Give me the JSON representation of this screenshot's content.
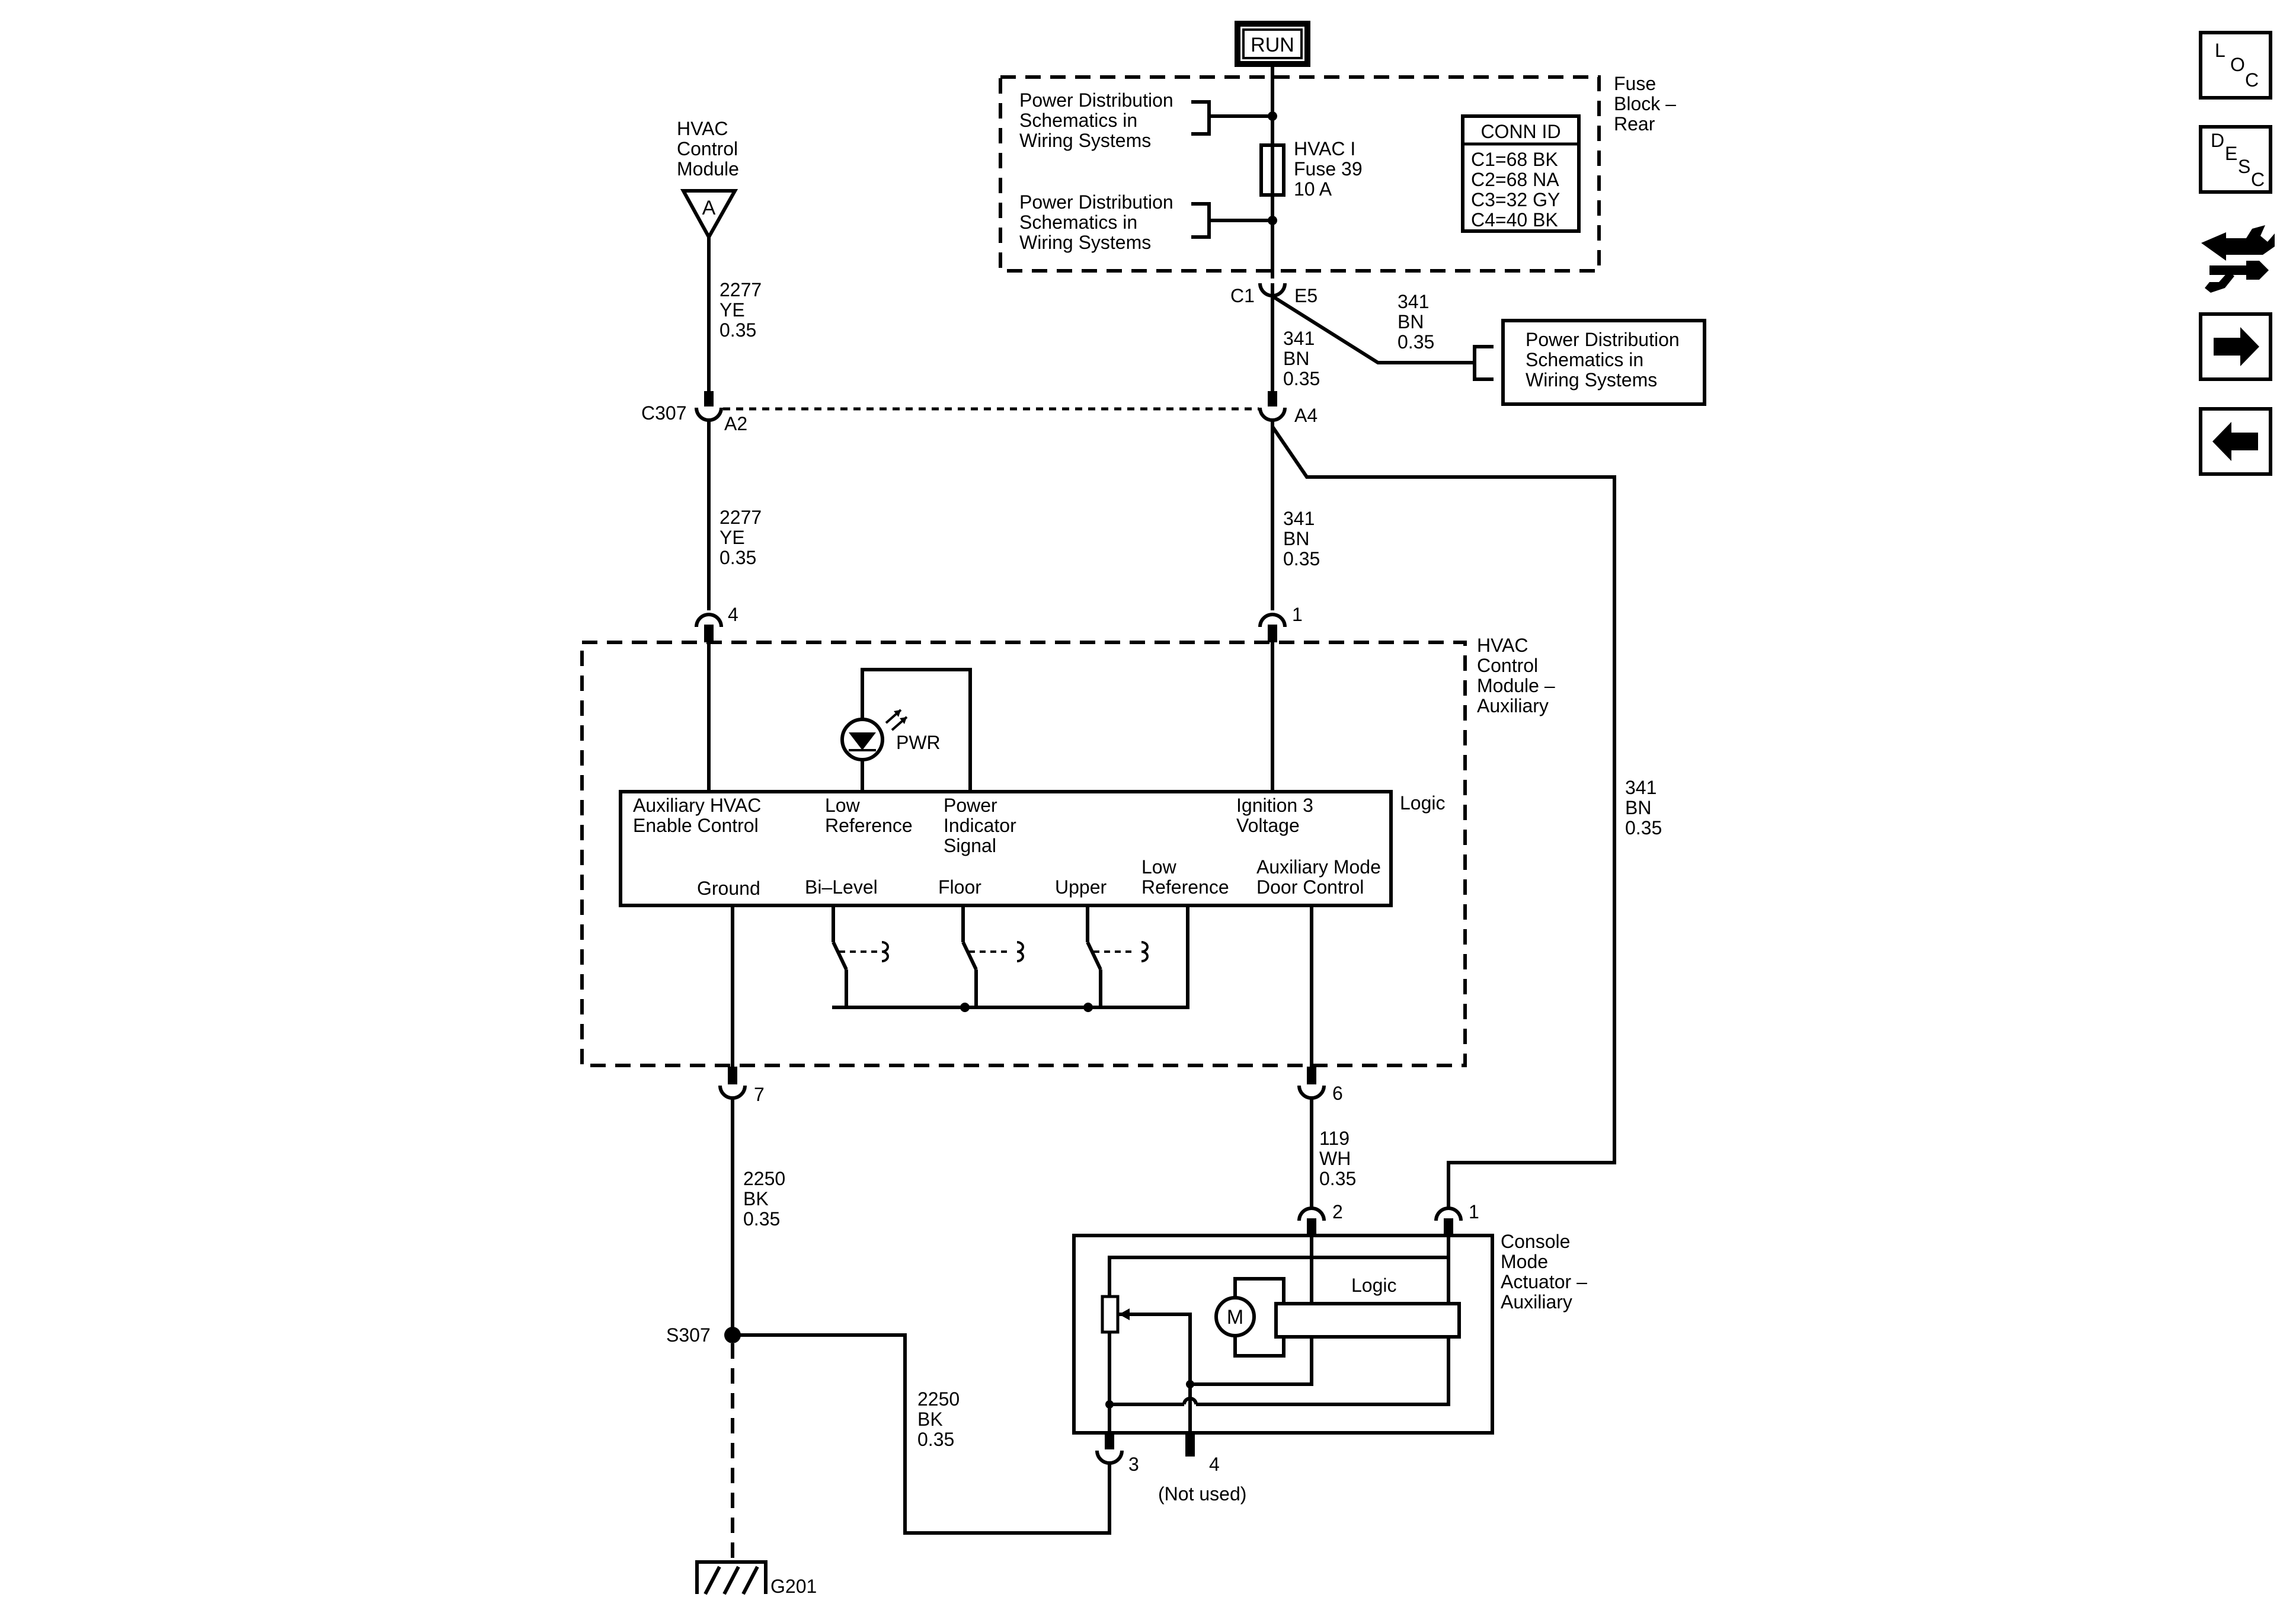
{
  "run_label": "RUN",
  "fuse_block": {
    "title": [
      "Fuse",
      "Block –",
      "Rear"
    ],
    "pd_ref": [
      "Power Distribution",
      "Schematics in",
      "Wiring Systems"
    ],
    "fuse": [
      "HVAC I",
      "Fuse 39",
      "10 A"
    ],
    "conn_id_title": "CONN ID",
    "conn_ids": [
      "C1=68 BK",
      "C2=68 NA",
      "C3=32 GY",
      "C4=40 BK"
    ],
    "conn_c1": "C1",
    "pin_e5": "E5"
  },
  "pd_box": [
    "Power Distribution",
    "Schematics in",
    "Wiring Systems"
  ],
  "hvac_ref": {
    "label": [
      "HVAC",
      "Control",
      "Module"
    ],
    "symbol": "A"
  },
  "wires": {
    "w2277_top": [
      "2277",
      "YE",
      "0.35"
    ],
    "w2277_mid": [
      "2277",
      "YE",
      "0.35"
    ],
    "w341_top": [
      "341",
      "BN",
      "0.35"
    ],
    "w341_branch": [
      "341",
      "BN",
      "0.35"
    ],
    "w341_mid": [
      "341",
      "BN",
      "0.35"
    ],
    "w341_right": [
      "341",
      "BN",
      "0.35"
    ],
    "w119": [
      "119",
      "WH",
      "0.35"
    ],
    "w2250_left": [
      "2250",
      "BK",
      "0.35"
    ],
    "w2250_bottom": [
      "2250",
      "BK",
      "0.35"
    ]
  },
  "connectors": {
    "c307": "C307",
    "a2": "A2",
    "a4": "A4",
    "pin4_top": "4",
    "pin1_top": "1",
    "pin7": "7",
    "pin6": "6",
    "pin2": "2",
    "pin1_act": "1",
    "pin3": "3",
    "pin4_act": "4",
    "not_used": "(Not used)"
  },
  "module": {
    "title": [
      "HVAC",
      "Control",
      "Module –",
      "Auxiliary"
    ],
    "logic": "Logic",
    "pwr": "PWR",
    "aux_enable": [
      "Auxiliary HVAC",
      "Enable Control"
    ],
    "low_ref_top": [
      "Low",
      "Reference"
    ],
    "power_indicator": [
      "Power",
      "Indicator",
      "Signal"
    ],
    "ignition": [
      "Ignition 3",
      "Voltage"
    ],
    "ground": "Ground",
    "bilevel": "Bi–Level",
    "floor": "Floor",
    "upper": "Upper",
    "low_ref_bottom": [
      "Low",
      "Reference"
    ],
    "aux_mode": [
      "Auxiliary Mode",
      "Door Control"
    ]
  },
  "actuator": {
    "title": [
      "Console",
      "Mode",
      "Actuator –",
      "Auxiliary"
    ],
    "logic": "Logic",
    "motor": "M"
  },
  "splice": "S307",
  "ground_label": "G201",
  "nav": {
    "loc": [
      "L",
      "O",
      "C"
    ],
    "desc": [
      "D",
      "E",
      "S",
      "C"
    ]
  }
}
